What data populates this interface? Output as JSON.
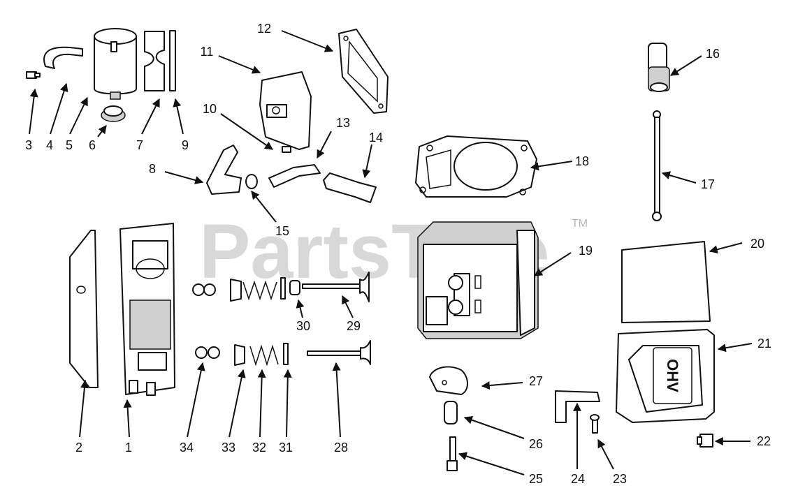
{
  "watermark": {
    "text": "PartsTree",
    "trademark": "TM"
  },
  "cover_brand": "OHV",
  "callouts": [
    "1",
    "2",
    "3",
    "4",
    "5",
    "6",
    "7",
    "8",
    "9",
    "10",
    "11",
    "12",
    "13",
    "14",
    "15",
    "16",
    "17",
    "18",
    "19",
    "20",
    "21",
    "22",
    "23",
    "24",
    "25",
    "26",
    "27",
    "28",
    "29",
    "30",
    "31",
    "32",
    "33",
    "34"
  ]
}
